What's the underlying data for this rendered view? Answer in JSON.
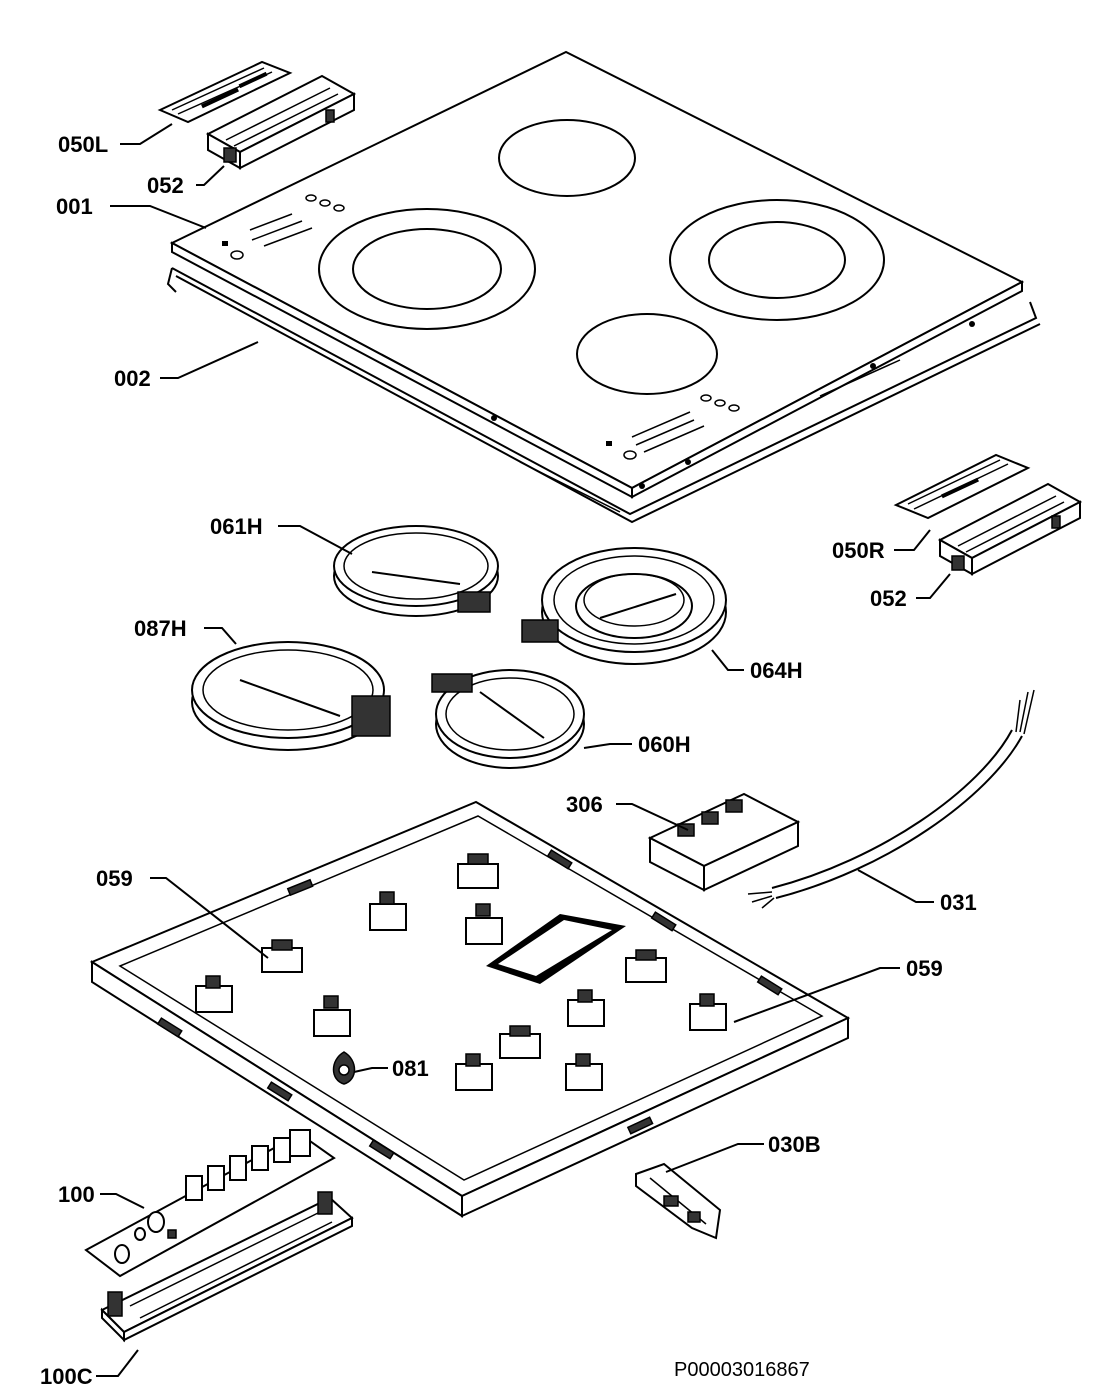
{
  "labels": {
    "p050L": "050L",
    "p052_top": "052",
    "p001": "001",
    "p002": "002",
    "p061H": "061H",
    "p087H": "087H",
    "p064H": "064H",
    "p060H": "060H",
    "p050R": "050R",
    "p052_right": "052",
    "p306": "306",
    "p031": "031",
    "p059_left": "059",
    "p059_right": "059",
    "p081": "081",
    "p030B": "030B",
    "p100": "100",
    "p100C": "100C"
  },
  "drawing_number": "P00003016867"
}
